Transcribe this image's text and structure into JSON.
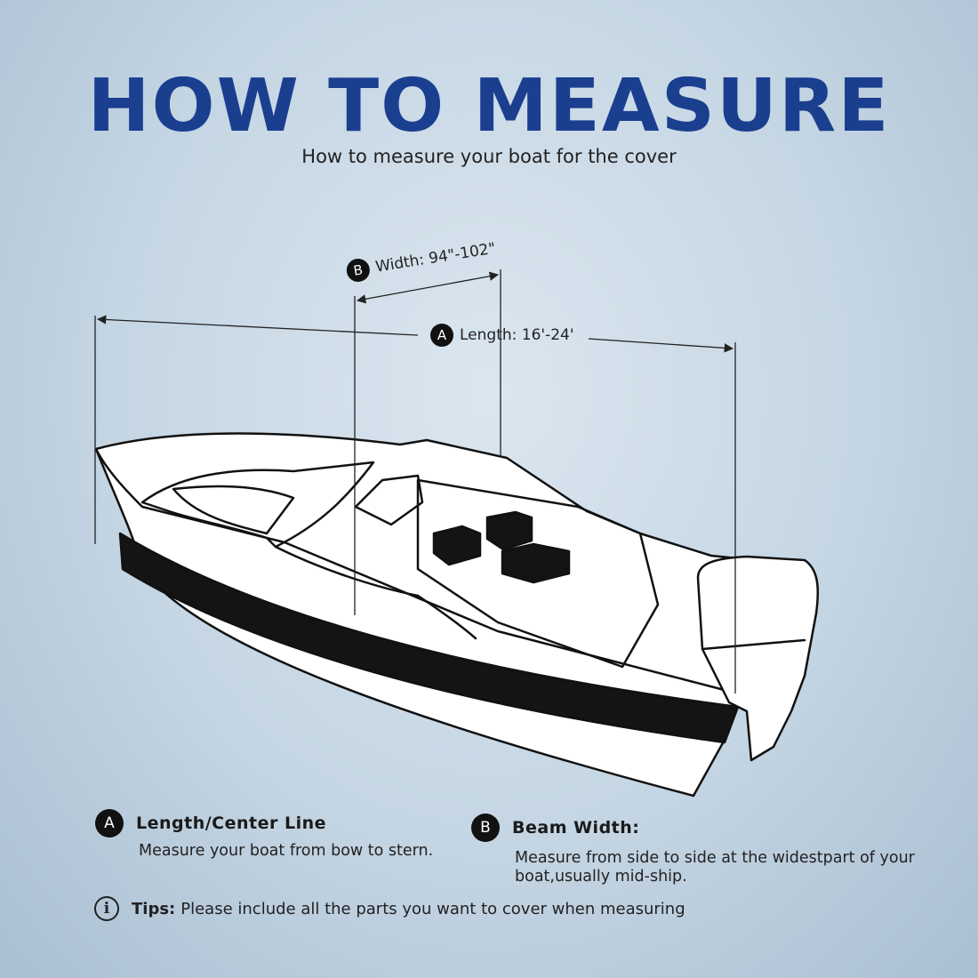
{
  "header": {
    "title": "HOW TO MEASURE",
    "subtitle": "How to measure your boat for the cover"
  },
  "diagram": {
    "width_marker": {
      "badge": "B",
      "label": "Width: 94\"-102\""
    },
    "length_marker": {
      "badge": "A",
      "label": "Length: 16'-24'"
    }
  },
  "legend": [
    {
      "badge": "A",
      "heading": "Length/Center Line",
      "description": "Measure your boat from bow to stern."
    },
    {
      "badge": "B",
      "heading": "Beam Width:",
      "description_lines": [
        "Measure from side to side at the widestpart of your",
        "boat,usually mid-ship."
      ]
    }
  ],
  "tips": {
    "icon": "info-icon",
    "label": "Tips:",
    "text": "Please include all the parts you want to cover when measuring"
  },
  "colors": {
    "title": "#1b3f8f",
    "badge": "#111111",
    "background": "#c4d5e3"
  }
}
